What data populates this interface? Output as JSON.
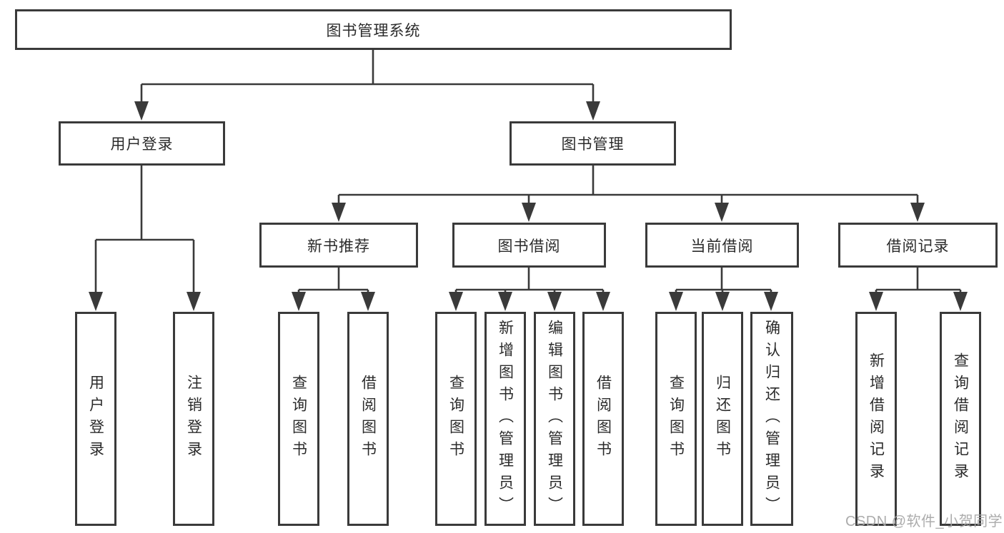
{
  "diagram": {
    "title": "图书管理系统",
    "branches": {
      "user_login": {
        "label": "用户登录",
        "children": [
          {
            "label": "用户登录"
          },
          {
            "label": "注销登录"
          }
        ]
      },
      "book_management": {
        "label": "图书管理",
        "children": [
          {
            "label": "新书推荐",
            "children": [
              {
                "label": "查询图书"
              },
              {
                "label": "借阅图书"
              }
            ]
          },
          {
            "label": "图书借阅",
            "children": [
              {
                "label": "查询图书"
              },
              {
                "label": "新增图书（管理员）"
              },
              {
                "label": "编辑图书（管理员）"
              },
              {
                "label": "借阅图书"
              }
            ]
          },
          {
            "label": "当前借阅",
            "children": [
              {
                "label": "查询图书"
              },
              {
                "label": "归还图书"
              },
              {
                "label": "确认归还（管理员）"
              }
            ]
          },
          {
            "label": "借阅记录",
            "children": [
              {
                "label": "新增借阅记录"
              },
              {
                "label": "查询借阅记录"
              }
            ]
          }
        ]
      }
    },
    "watermark": "CSDN @软件_小贺同学",
    "colors": {
      "line": "#3a3a3a",
      "box_border": "#3a3a3a",
      "box_fill": "#ffffff",
      "text": "#2b2b2b",
      "watermark": "#a5a5a5"
    }
  }
}
